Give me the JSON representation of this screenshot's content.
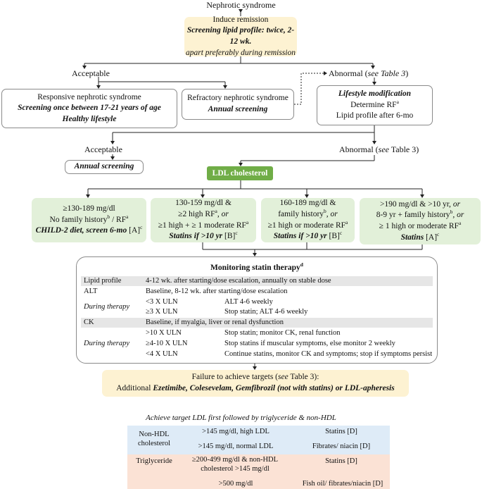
{
  "root": {
    "label": "Nephrotic syndrome"
  },
  "induce": {
    "line1": "Induce remission",
    "line2": "Screening lipid profile: twice, 2-12 wk.",
    "line3": "apart preferably during remission"
  },
  "acceptable1": "Acceptable",
  "abnormal1": {
    "text": "Abnormal (",
    "ital": "see Table 3",
    "close": ")"
  },
  "responsive": {
    "line1": "Responsive nephrotic syndrome",
    "line2": "Screening once between 17-21 years of age",
    "line3": "Healthy lifestyle"
  },
  "refractory": {
    "line1": "Refractory nephrotic syndrome",
    "line2": "Annual screening"
  },
  "lifestyle": {
    "line1": "Lifestyle modification",
    "line2": "Determine RF",
    "line2_sup": "a",
    "line3": "Lipid profile after 6-mo"
  },
  "acceptable2": "Acceptable",
  "annual": "Annual screening",
  "abnormal2": {
    "text": "Abnormal (",
    "ital": "see",
    "rest": " Table 3)"
  },
  "ldl": "LDL cholesterol",
  "g1": {
    "l1": "≥130-189 mg/dl",
    "l2": "No family history",
    "l2_sup": "b",
    "l2b": " / RF",
    "l2b_sup": "a",
    "l3": "CHILD-2 diet, screen 6-mo",
    "l3_tail": " [A]",
    "l3_sup": "c"
  },
  "g2": {
    "l1": "130-159 mg/dl &",
    "l2": "≥2 high RF",
    "l2_sup": "a",
    "l2b": ", or",
    "l3": "≥1 high + ≥ 1 moderate RF",
    "l3_sup": "a",
    "l4": "Statins if  >10 yr",
    "l4_tail": " [B]",
    "l4_sup": "c"
  },
  "g3": {
    "l1": "160-189 mg/dl &",
    "l2": "family history",
    "l2_sup": "b",
    "l2b": ", or",
    "l3": "≥1 high or moderate RF",
    "l3_sup": "a",
    "l4": "Statins if  >10 yr",
    "l4_tail": " [B]",
    "l4_sup": "c"
  },
  "g4": {
    "l1": ">190 mg/dl & >10 yr, ",
    "l1b": "or",
    "l2": "8-9 yr + family history",
    "l2_sup": "b",
    "l2b": ", or",
    "l3": "≥ 1 high or moderate RF",
    "l3_sup": "a",
    "l4": "Statins",
    "l4_tail": " [A]",
    "l4_sup": "c"
  },
  "monitoring": {
    "title": "Monitoring statin therapy",
    "title_sup": "d",
    "rows": [
      {
        "c1": "Lipid profile",
        "c2": "4-12 wk. after starting/dose escalation, annually on stable dose",
        "c3": ""
      },
      {
        "c1": "ALT",
        "c2": "Baseline, 8-12 wk. after starting/dose escalation",
        "c3": ""
      },
      {
        "c1": "During therapy",
        "c2": "<3 X ULN",
        "c3": "ALT 4-6 weekly"
      },
      {
        "c1": "",
        "c2": "≥3 X ULN",
        "c3": "Stop statin; ALT 4-6 weekly"
      },
      {
        "c1": "CK",
        "c2": "Baseline, if myalgia, liver or renal dysfunction",
        "c3": ""
      },
      {
        "c1": "",
        "c2": ">10 X ULN",
        "c3": "Stop statin; monitor CK, renal function"
      },
      {
        "c1": "During therapy",
        "c2": "≥4-10 X ULN",
        "c3": "Stop statins if muscular symptoms, else monitor 2 weekly"
      },
      {
        "c1": "",
        "c2": "<4 X ULN",
        "c3": "Continue statins, monitor CK and symptoms; stop if symptoms persist"
      }
    ]
  },
  "failure": {
    "line1a": "Failure to achieve targets (",
    "line1i": "see",
    "line1b": " Table 3):",
    "line2a": "Additional ",
    "line2b": "Ezetimibe, Colesevelam, Gemfibrozil (not with statins) or LDL-apheresis"
  },
  "table": {
    "caption": "Achieve target LDL first followed by triglyceride & non-HDL",
    "nonhdl": "Non-HDL cholesterol",
    "r1": {
      "cond": ">145 mg/dl, high LDL",
      "rx": "Statins [D]"
    },
    "r2": {
      "cond": ">145 mg/dl, normal LDL",
      "rx": "Fibrates/ niacin [D]"
    },
    "tg": "Triglyceride",
    "r3": {
      "cond": "≥200-499 mg/dl & non-HDL cholesterol >145 mg/dl",
      "rx": "Statins [D]"
    },
    "r4": {
      "cond": ">500 mg/dl",
      "rx": "Fish oil/ fibrates/niacin [D]"
    }
  },
  "colors": {
    "yellow": "#fdf2d2",
    "green": "#e2f0d9",
    "ldl": "#70ad47",
    "blue": "#deebf7",
    "pink": "#fbe2d5",
    "shade": "#e6e6e6"
  }
}
